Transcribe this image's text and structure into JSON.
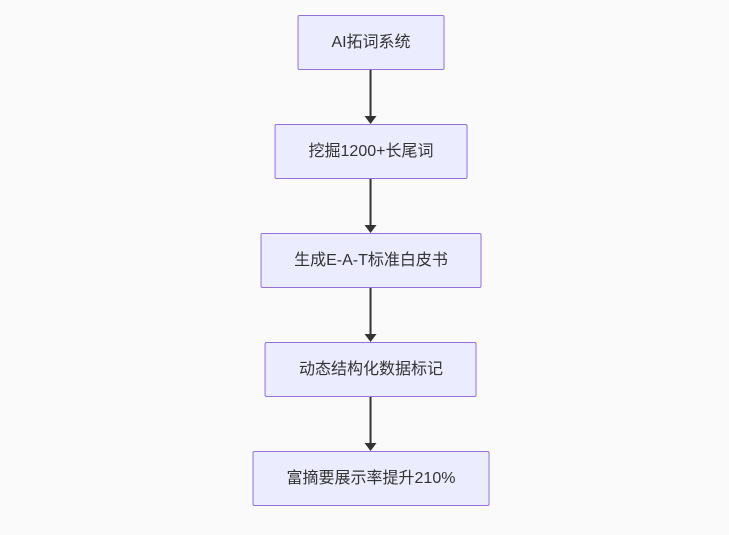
{
  "flowchart": {
    "type": "flowchart",
    "direction": "top-down",
    "nodes": [
      {
        "id": "n1",
        "label": "AI拓词系统"
      },
      {
        "id": "n2",
        "label": "挖掘1200+长尾词"
      },
      {
        "id": "n3",
        "label": "生成E-A-T标准白皮书"
      },
      {
        "id": "n4",
        "label": "动态结构化数据标记"
      },
      {
        "id": "n5",
        "label": "富摘要展示率提升210%"
      }
    ],
    "edges": [
      {
        "from": "n1",
        "to": "n2"
      },
      {
        "from": "n2",
        "to": "n3"
      },
      {
        "from": "n3",
        "to": "n4"
      },
      {
        "from": "n4",
        "to": "n5"
      }
    ]
  },
  "colors": {
    "background": "#fafafa",
    "node_fill": "#ececff",
    "node_border": "#9370db",
    "node_text": "#333333",
    "arrow": "#333333"
  }
}
